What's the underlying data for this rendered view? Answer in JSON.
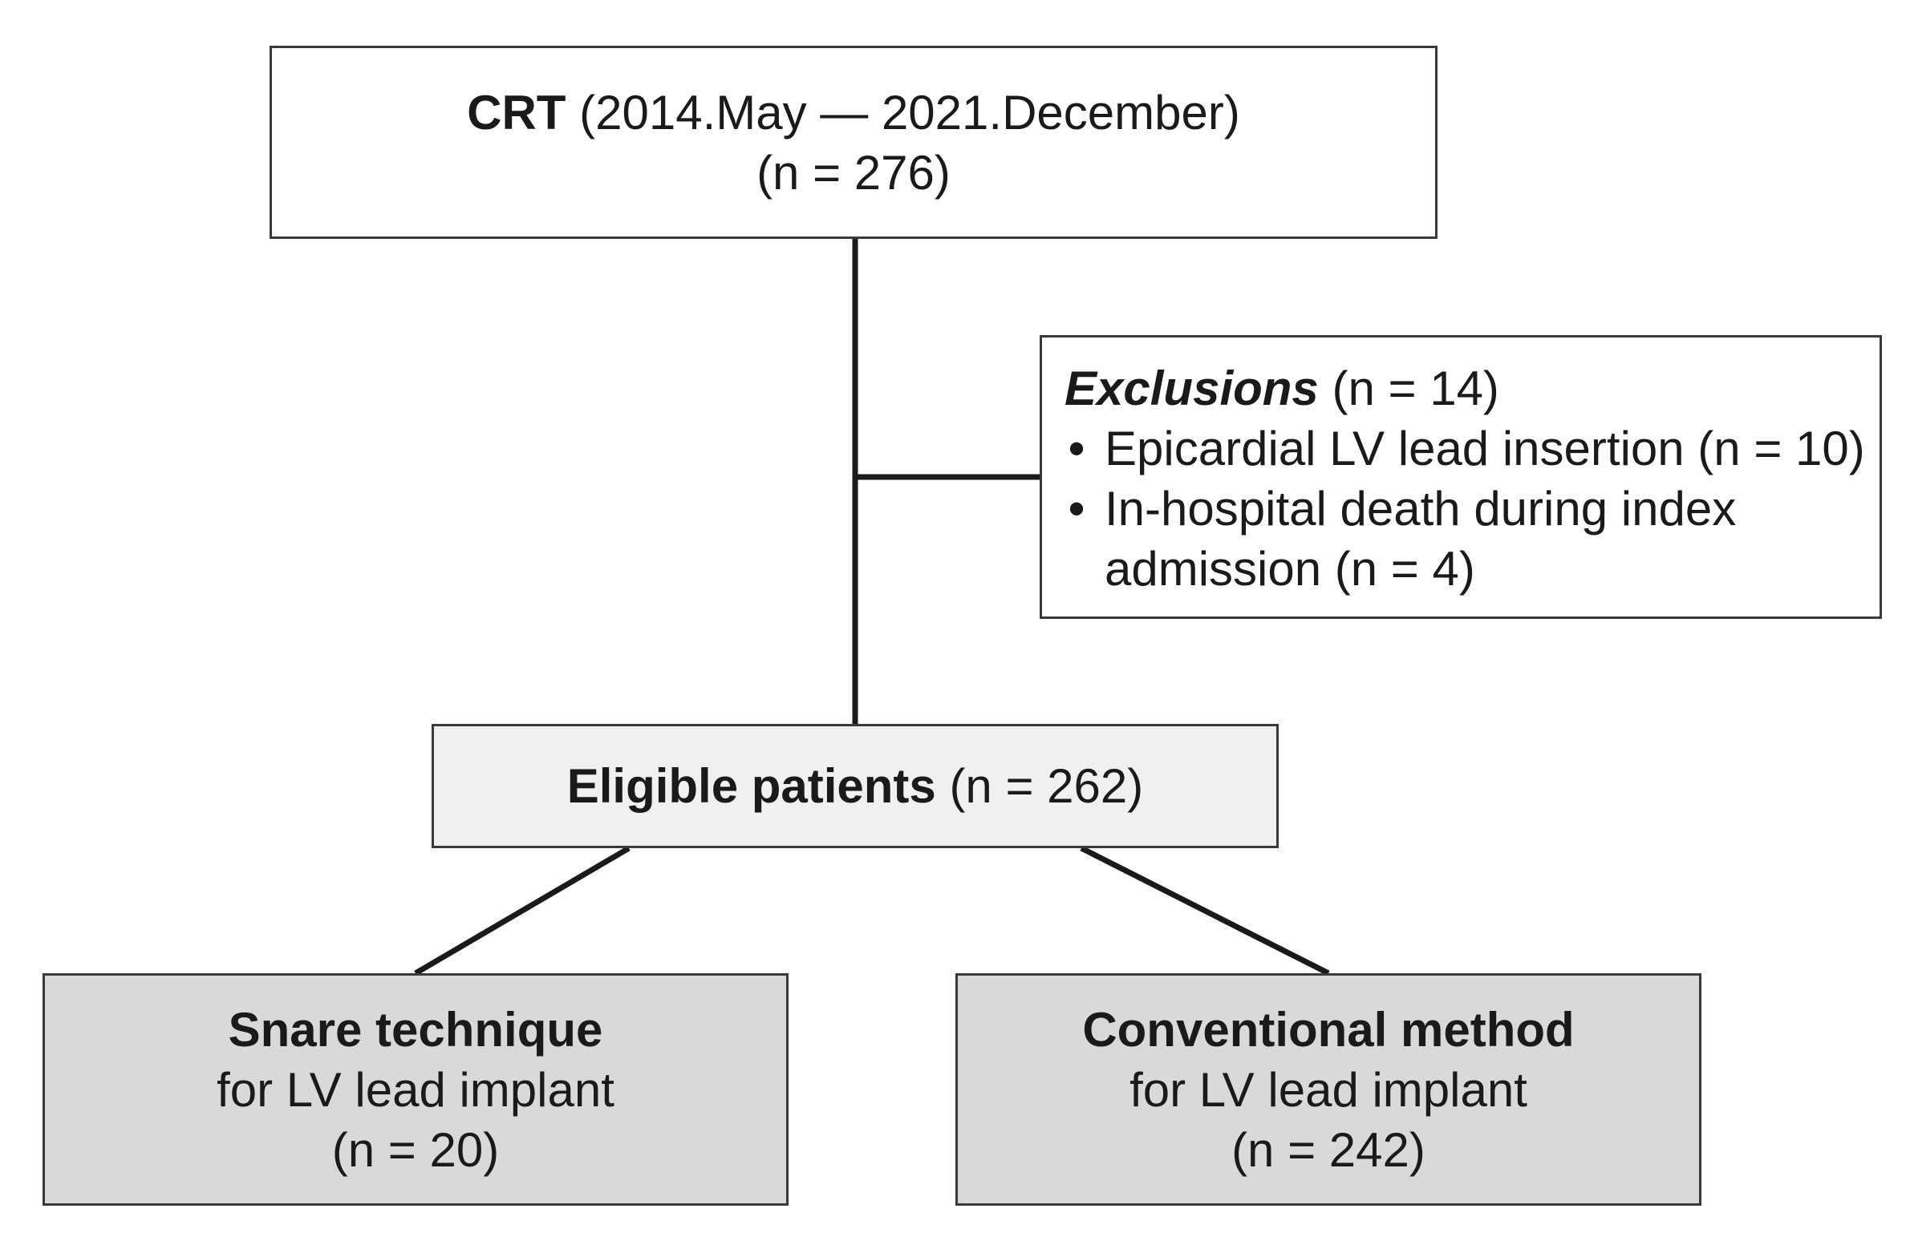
{
  "crt": {
    "title_bold": "CRT",
    "period": " (2014.May — 2021.December)",
    "count": "(n = 276)"
  },
  "exclusions": {
    "title": "Exclusions",
    "count": " (n = 14)",
    "bullet_symbol": "•",
    "items": [
      "Epicardial LV lead insertion (n = 10)",
      "In-hospital death during index admission (n = 4)"
    ]
  },
  "eligible": {
    "title_bold": "Eligible patients",
    "count": " (n = 262)"
  },
  "snare": {
    "title_bold": "Snare technique",
    "subtitle": "for LV lead implant",
    "count": "(n = 20)"
  },
  "conventional": {
    "title_bold": "Conventional method",
    "subtitle": "for LV lead implant",
    "count": "(n = 242)"
  }
}
